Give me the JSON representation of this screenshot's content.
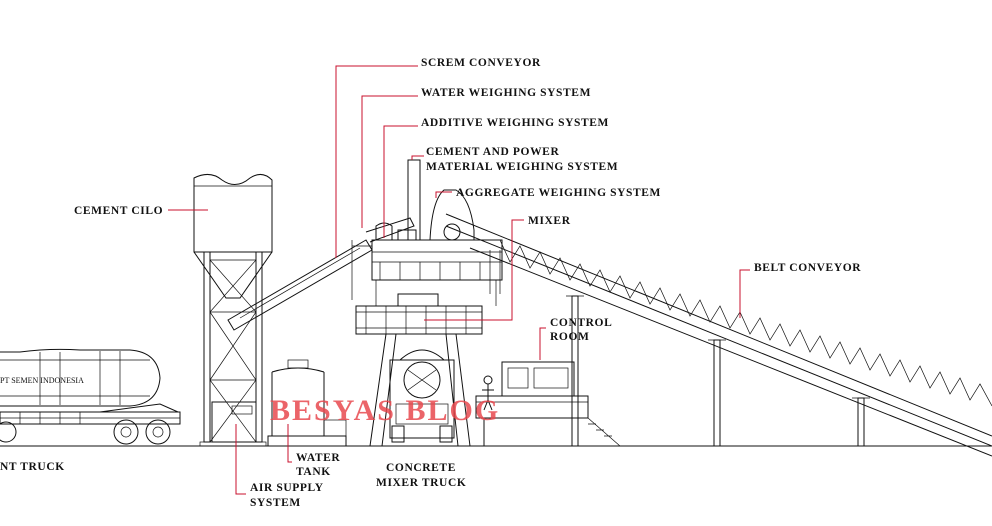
{
  "labels": {
    "screw_conveyor": "SCREM CONVEYOR",
    "water_weighing": "WATER WEIGHING SYSTEM",
    "additive_weighing": "ADDITIVE WEIGHING SYSTEM",
    "cement_power_1": "CEMENT AND POWER",
    "cement_power_2": "MATERIAL WEIGHING SYSTEM",
    "aggregate_weighing": "AGGREGATE WEIGHING SYSTEM",
    "mixer": "MIXER",
    "belt_conveyor": "BELT CONVEYOR",
    "control_room_1": "CONTROL",
    "control_room_2": "ROOM",
    "cement_silo": "CEMENT CILO",
    "cement_truck": "NT TRUCK",
    "water_tank_1": "WATER",
    "water_tank_2": "TANK",
    "air_supply_1": "AIR SUPPLY",
    "air_supply_2": "SYSTEM",
    "mixer_truck_1": "CONCRETE",
    "mixer_truck_2": "MIXER TRUCK",
    "truck_body_text": "PT SEMEN INDONESIA"
  },
  "watermark": "BESYAS BLOG",
  "colors": {
    "line": "#111111",
    "leader": "#c8102e",
    "watermark": "#e8494f"
  }
}
